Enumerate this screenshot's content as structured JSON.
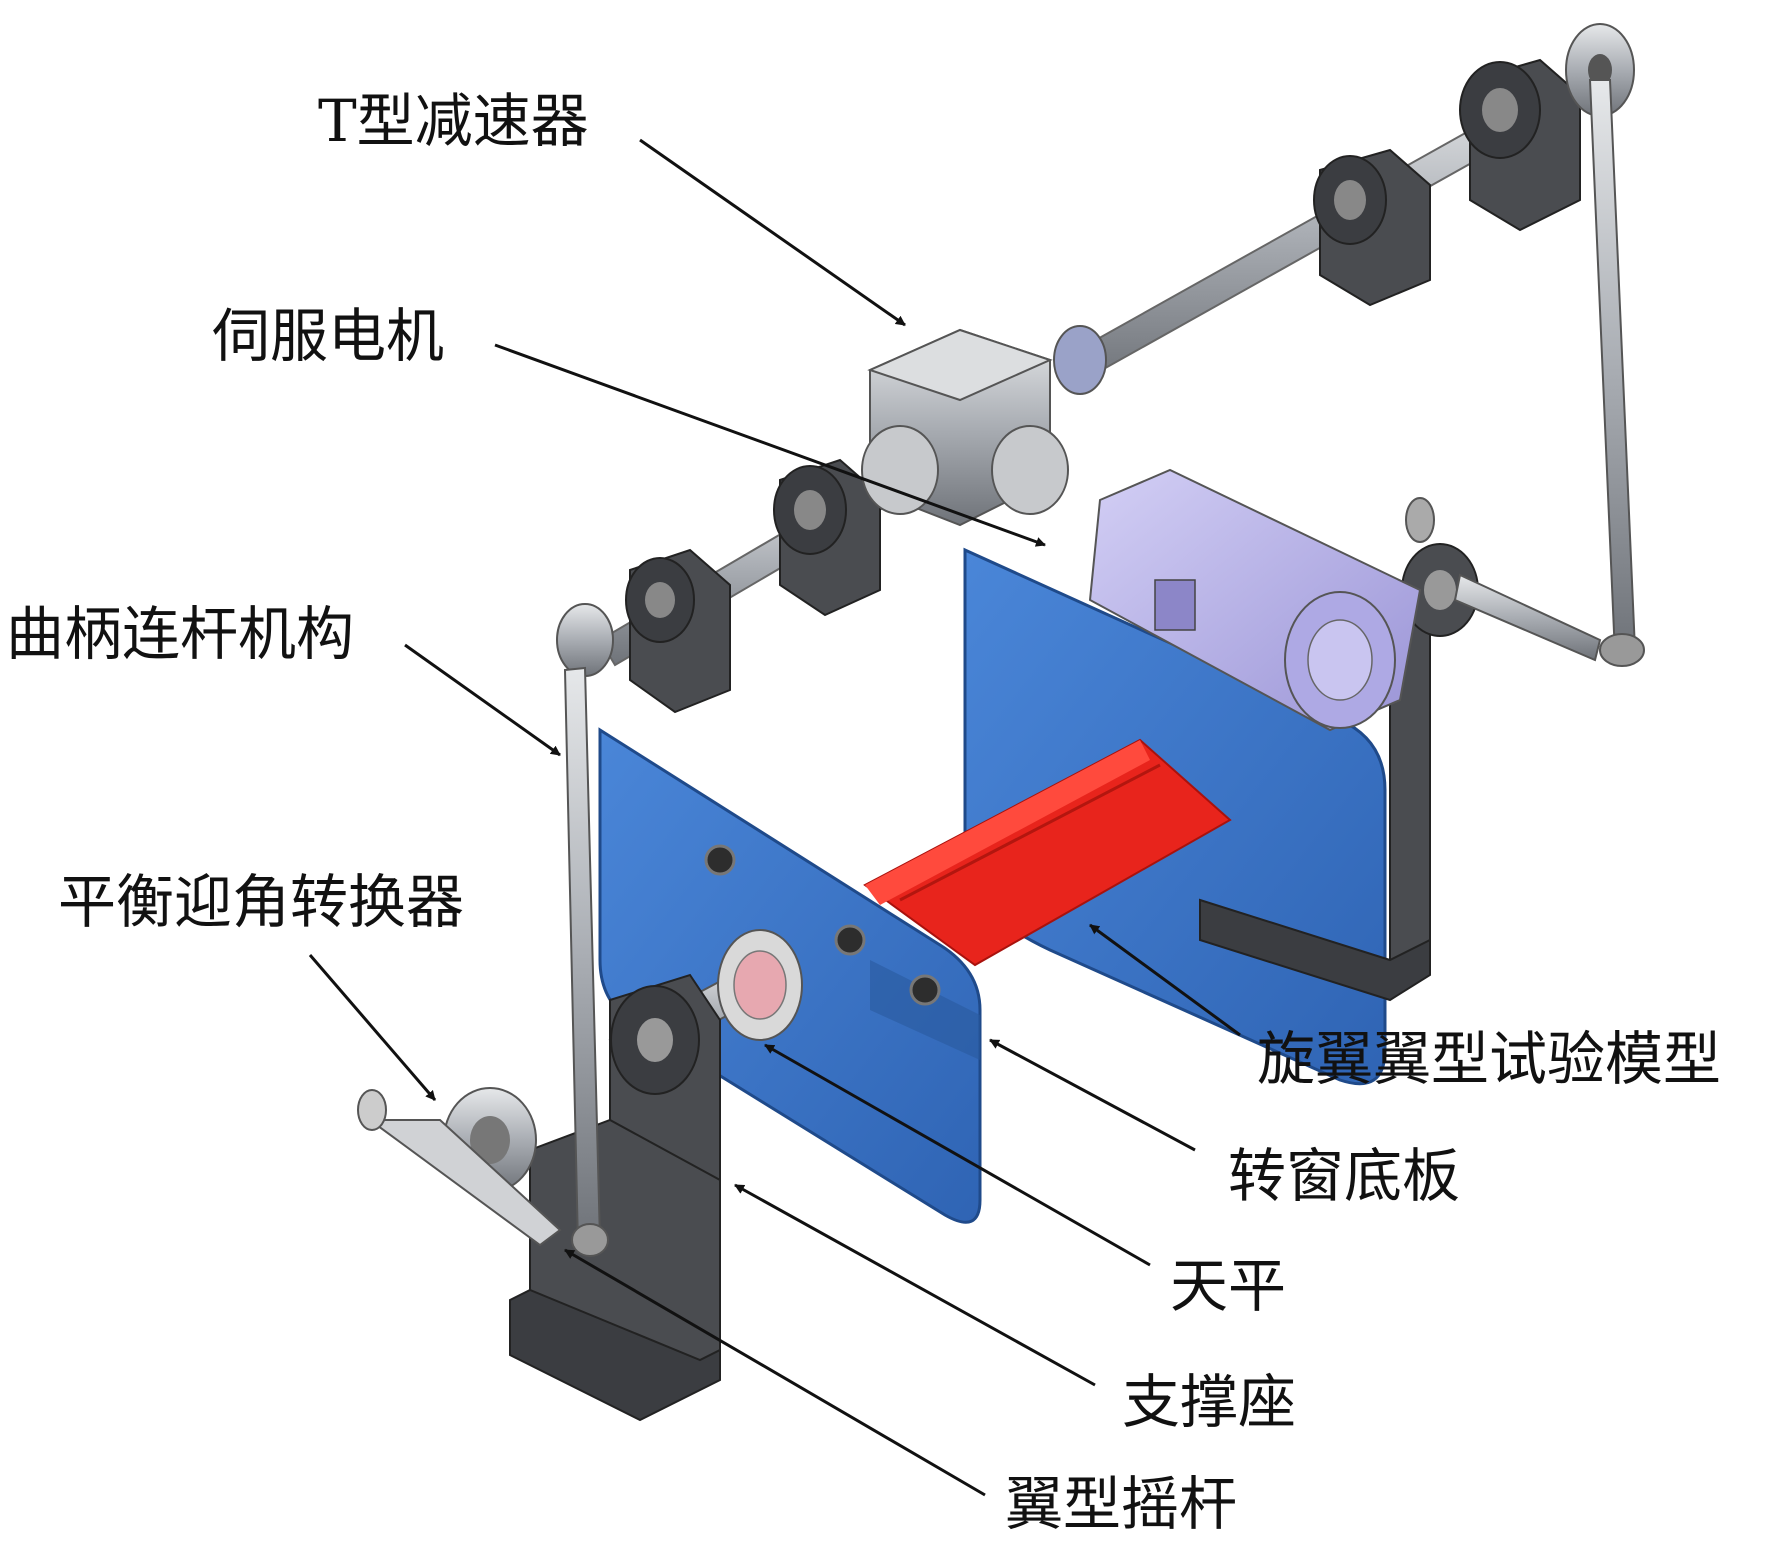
{
  "labels": {
    "t_reducer": "T型减速器",
    "servo_motor": "伺服电机",
    "crank_linkage": "曲柄连杆机构",
    "aoa_converter": "平衡迎角转换器",
    "rotor_model": "旋翼翼型试验模型",
    "window_plate": "转窗底板",
    "balance": "天平",
    "support": "支撑座",
    "rocker": "翼型摇杆"
  },
  "colors": {
    "plate_blue": "#3a73c4",
    "plate_blue_dark": "#2a5a9e",
    "model_red": "#e8241c",
    "steel_gray": "#b8bcc2",
    "bracket_dark": "#4a4c50",
    "motor_lavender": "#b9b4e6",
    "line": "#111111"
  }
}
